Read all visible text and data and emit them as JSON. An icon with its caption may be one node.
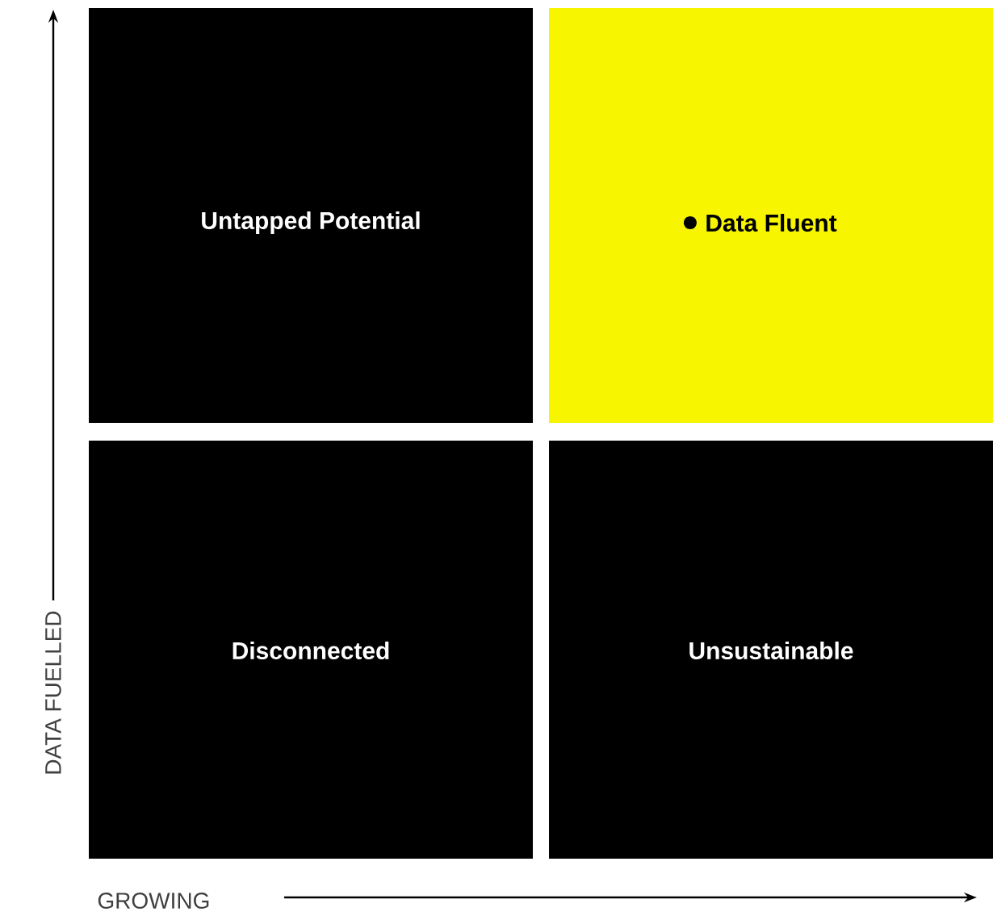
{
  "diagram": {
    "nodes": [
      {
        "text": [
          "Untapped Potential"
        ]
      },
      {
        "text": [
          "Data Fluent"
        ]
      },
      {
        "text": [
          "Disconnected"
        ]
      },
      {
        "text": [
          "Unsustainable"
        ]
      }
    ],
    "labels": [
      "DATA FUELLED",
      "GROWING"
    ]
  }
}
